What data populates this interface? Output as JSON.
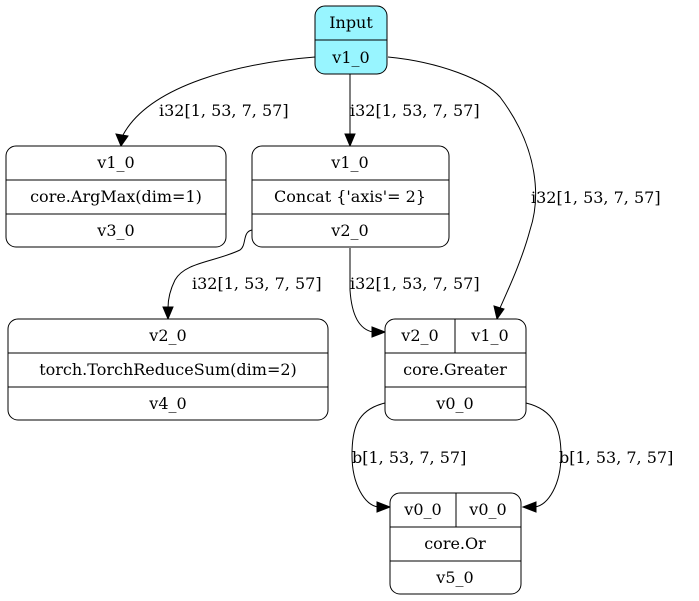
{
  "graph": {
    "nodes": {
      "input": {
        "header": "Input",
        "output": "v1_0",
        "fill": "#98f5ff"
      },
      "argmax": {
        "input": "v1_0",
        "op": "core.ArgMax(dim=1)",
        "output": "v3_0"
      },
      "concat": {
        "input": "v1_0",
        "op": "Concat {'axis'= 2}",
        "output": "v2_0"
      },
      "reducesum": {
        "input": "v2_0",
        "op": "torch.TorchReduceSum(dim=2)",
        "output": "v4_0"
      },
      "greater": {
        "input_a": "v2_0",
        "input_b": "v1_0",
        "op": "core.Greater",
        "output": "v0_0"
      },
      "or": {
        "input_a": "v0_0",
        "input_b": "v0_0",
        "op": "core.Or",
        "output": "v5_0"
      }
    },
    "edges": {
      "input_to_argmax": "i32[1, 53, 7, 57]",
      "input_to_concat": "i32[1, 53, 7, 57]",
      "input_to_greater": "i32[1, 53, 7, 57]",
      "concat_to_reducesum": "i32[1, 53, 7, 57]",
      "concat_to_greater": "i32[1, 53, 7, 57]",
      "greater_to_or_a": "b[1, 53, 7, 57]",
      "greater_to_or_b": "b[1, 53, 7, 57]"
    }
  }
}
